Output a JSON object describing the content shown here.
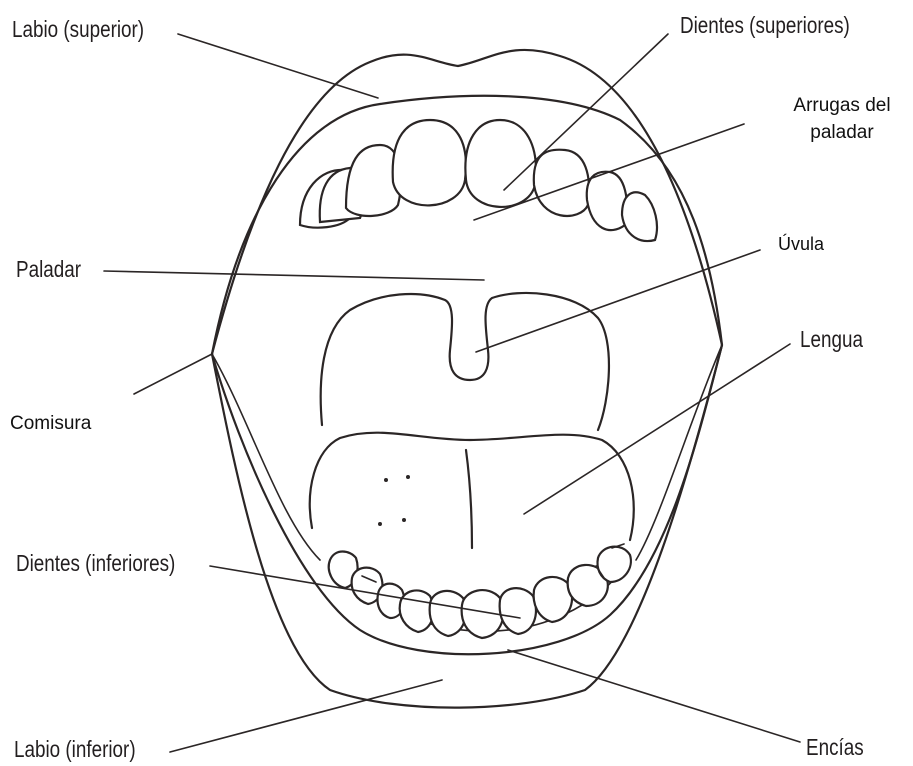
{
  "labels": {
    "labio_superior": "Labio (superior)",
    "dientes_superiores": "Dientes (superiores)",
    "arrugas_line1": "Arrugas del",
    "arrugas_line2": "paladar",
    "paladar": "Paladar",
    "uvula": "Úvula",
    "lengua": "Lengua",
    "comisura": "Comisura",
    "dientes_inferiores": "Dientes (inferiores)",
    "labio_inferior": "Labio (inferior)",
    "encias": "Encías"
  },
  "colors": {
    "ink": "#2b2626",
    "text": "#231f20",
    "background": "#ffffff"
  }
}
